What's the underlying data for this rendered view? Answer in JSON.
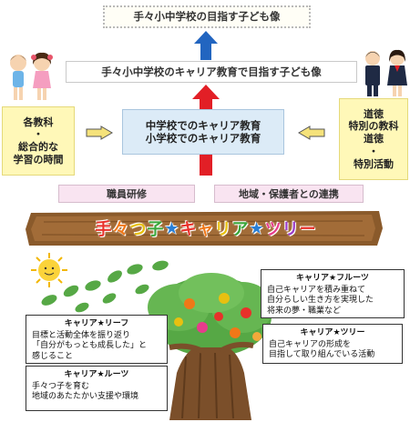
{
  "goal_top": "手々小中学校の目指す子ども像",
  "goal_career": "手々小中学校のキャリア教育で目指す子ども像",
  "center_box": [
    "中学校でのキャリア教育",
    "小学校でのキャリア教育"
  ],
  "left_box": [
    "各教科",
    "・",
    "総合的な",
    "学習の時間"
  ],
  "right_box": [
    "道徳",
    "特別の教科",
    "道徳",
    "・",
    "特別活動"
  ],
  "training": "職員研修",
  "community": "地域・保護者との連携",
  "banner": {
    "parts": [
      "手",
      "々",
      "つ",
      "子",
      "★",
      "キ",
      "ャ",
      "リ",
      "ア",
      "★",
      "ツ",
      "リ",
      "ー"
    ],
    "colors": [
      "#e8312a",
      "#f07818",
      "#e8c010",
      "#3aa63a",
      "#2a7fd6",
      "#e8312a",
      "#f07818",
      "#e8c010",
      "#3aa63a",
      "#2a7fd6",
      "#e63c8c",
      "#9b3cc8",
      "#e8312a"
    ]
  },
  "callouts": {
    "fruit": {
      "title": "キャリア★フルーツ",
      "lines": [
        "自己キャリアを積み重ねて",
        "自分らしい生き方を実現した",
        "将来の夢・職業など"
      ]
    },
    "leaf": {
      "title": "キャリア★リーフ",
      "lines": [
        "目標と活動全体を振り返り",
        "「自分がもっとも成長した」と",
        "感じること"
      ]
    },
    "tree": {
      "title": "キャリア★ツリー",
      "lines": [
        "自己キャリアの形成を",
        "目指して取り組んでいる活動"
      ]
    },
    "roots": {
      "title": "キャリア★ルーツ",
      "lines": [
        "手々つ子を育む",
        "地域のあたたかい支援や環境"
      ]
    }
  },
  "colors": {
    "arrow_blue": "#2265c0",
    "arrow_red": "#e21f26",
    "arrow_yellow": "#f5e27a",
    "banner_wood": "#8a5a2b",
    "leaf_green": "#56a845",
    "trunk": "#7b4f2a"
  }
}
